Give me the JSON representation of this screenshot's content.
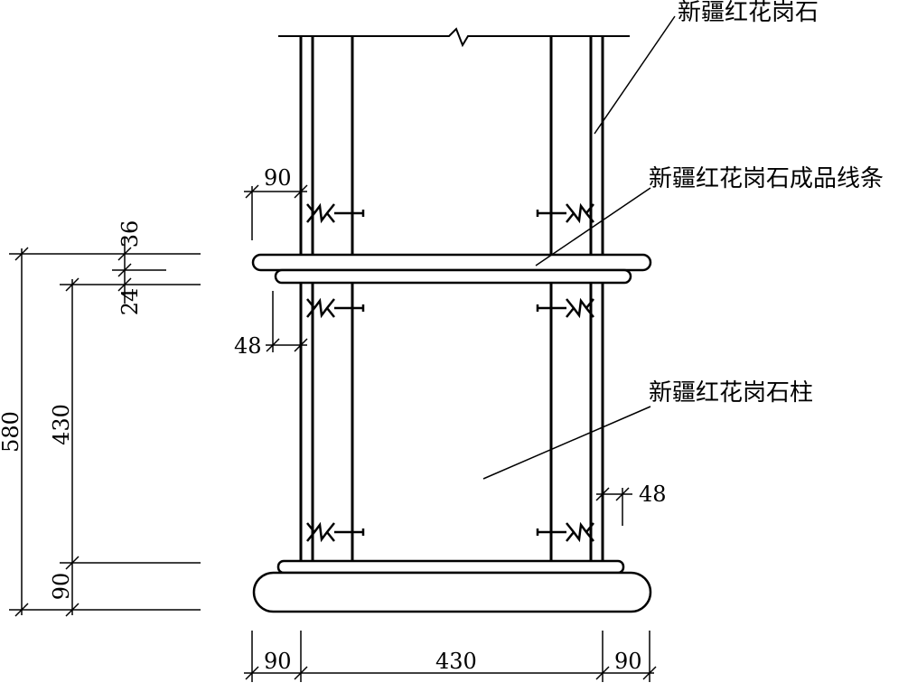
{
  "labels": {
    "granite": "新疆红花岗石",
    "granite_molding": "新疆红花岗石成品线条",
    "granite_column": "新疆红花岗石柱"
  },
  "dimensions": {
    "left_total": "580",
    "left_main": "430",
    "left_base": "90",
    "left_top_offset": "36",
    "left_molding": "24",
    "top_offset": "90",
    "left_gap": "48",
    "right_gap": "48",
    "bottom_left": "90",
    "bottom_middle": "430",
    "bottom_right": "90"
  }
}
